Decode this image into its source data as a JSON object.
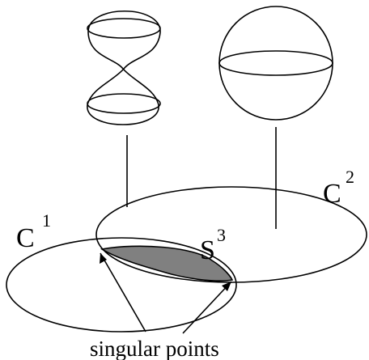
{
  "labels": {
    "c1_base": "C",
    "c1_sup": "1",
    "c2_base": "C",
    "c2_sup": "2",
    "s3_base": "S",
    "s3_sup": "3",
    "caption": "singular  points"
  },
  "colors": {
    "line": "#000000",
    "shaded_region": "#808080",
    "background": "#ffffff"
  }
}
